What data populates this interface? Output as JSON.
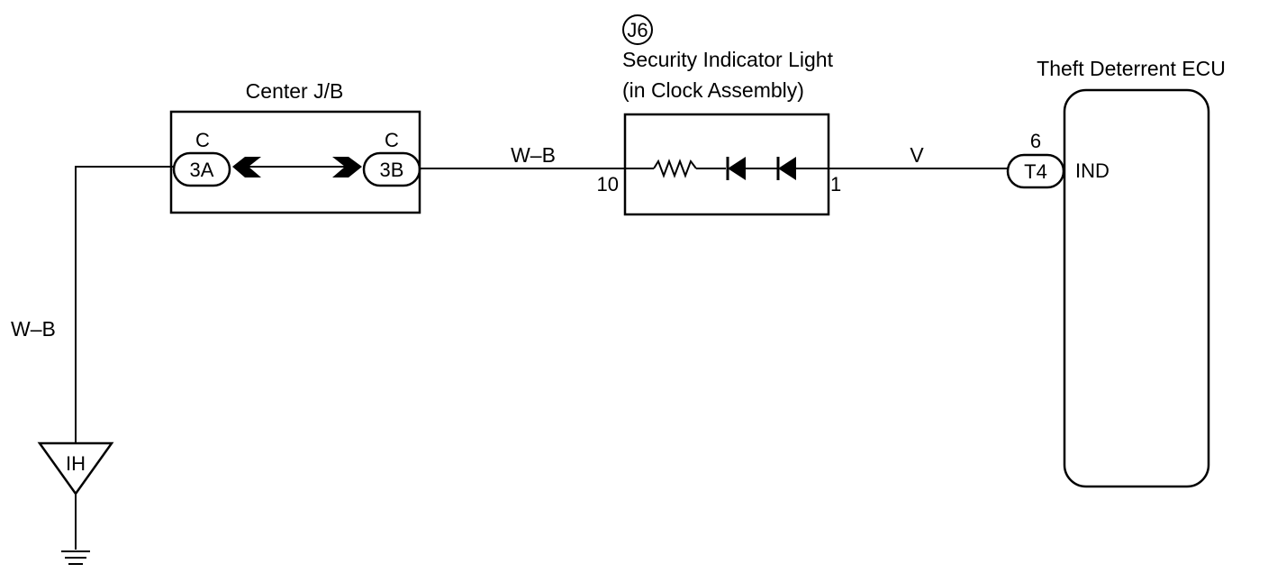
{
  "components": {
    "center_jb": {
      "title": "Center J/B",
      "left_connector": {
        "code": "C",
        "id": "3A"
      },
      "right_connector": {
        "code": "C",
        "id": "3B"
      }
    },
    "security_light": {
      "badge": "J6",
      "title_line1": "Security Indicator Light",
      "title_line2": "(in Clock Assembly)",
      "pin_left": "10",
      "pin_right": "1"
    },
    "ecu": {
      "title": "Theft Deterrent ECU",
      "pin_number": "6",
      "connector_id": "T4",
      "terminal": "IND"
    },
    "ground": {
      "id": "IH"
    }
  },
  "wires": {
    "ground_wire": "W–B",
    "jb_to_light": "W–B",
    "light_to_ecu": "V"
  },
  "colors": {
    "ink": "#000000",
    "paper": "#ffffff"
  }
}
